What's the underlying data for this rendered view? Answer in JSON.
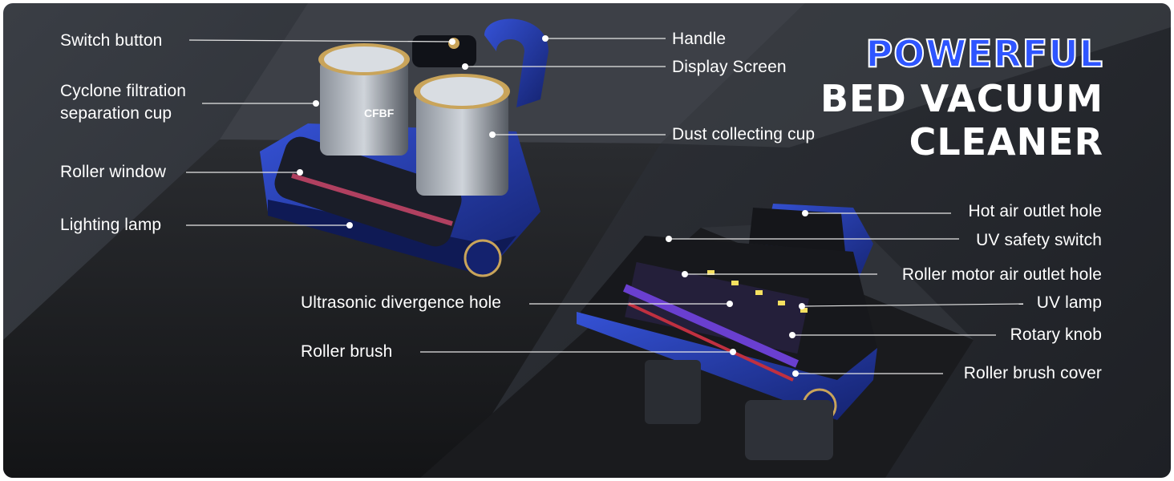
{
  "headline": {
    "accent": "POWERFUL",
    "line2": "BED VACUUM",
    "line3": "CLEANER",
    "accent_color": "#2e55ff"
  },
  "brand_mark": "CFBF",
  "callouts_left": [
    "Switch button",
    "Cyclone filtration",
    "separation cup",
    "Roller window",
    "Lighting lamp"
  ],
  "callouts_top_right": [
    "Handle",
    "Display Screen",
    "Dust collecting cup"
  ],
  "callouts_center": [
    "Ultrasonic divergence hole",
    "Roller brush"
  ],
  "callouts_bottom_right": [
    "Hot air outlet hole",
    "UV safety switch",
    "Roller motor air outlet hole",
    "UV lamp",
    "Rotary knob",
    "Roller brush cover"
  ],
  "colors": {
    "background": "#2e3137",
    "body_blue": "#1f3aa8",
    "gold_trim": "#c9a45a",
    "line": "#e6e6e6"
  }
}
